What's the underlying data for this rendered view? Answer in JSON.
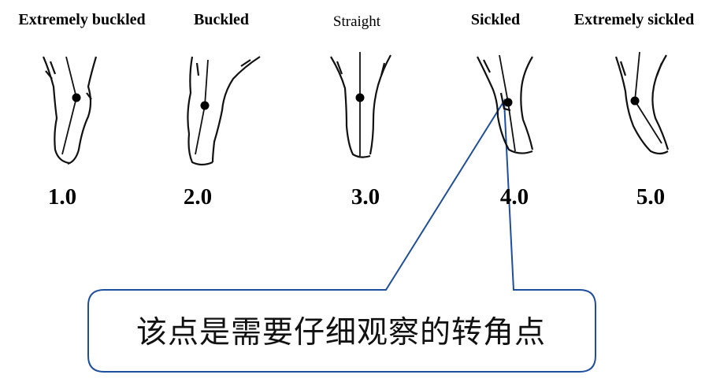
{
  "stages": [
    {
      "label": "Extremely buckled",
      "score": "1.0"
    },
    {
      "label": "Buckled",
      "score": "2.0"
    },
    {
      "label": "Straight",
      "score": "3.0"
    },
    {
      "label": "Sickled",
      "score": "4.0"
    },
    {
      "label": "Extremely sickled",
      "score": "5.0"
    }
  ],
  "callout": {
    "text": "该点是需要仔细观察的转角点"
  },
  "colors": {
    "callout_border": "#1f4e9c",
    "leg_ink": "#111111"
  }
}
